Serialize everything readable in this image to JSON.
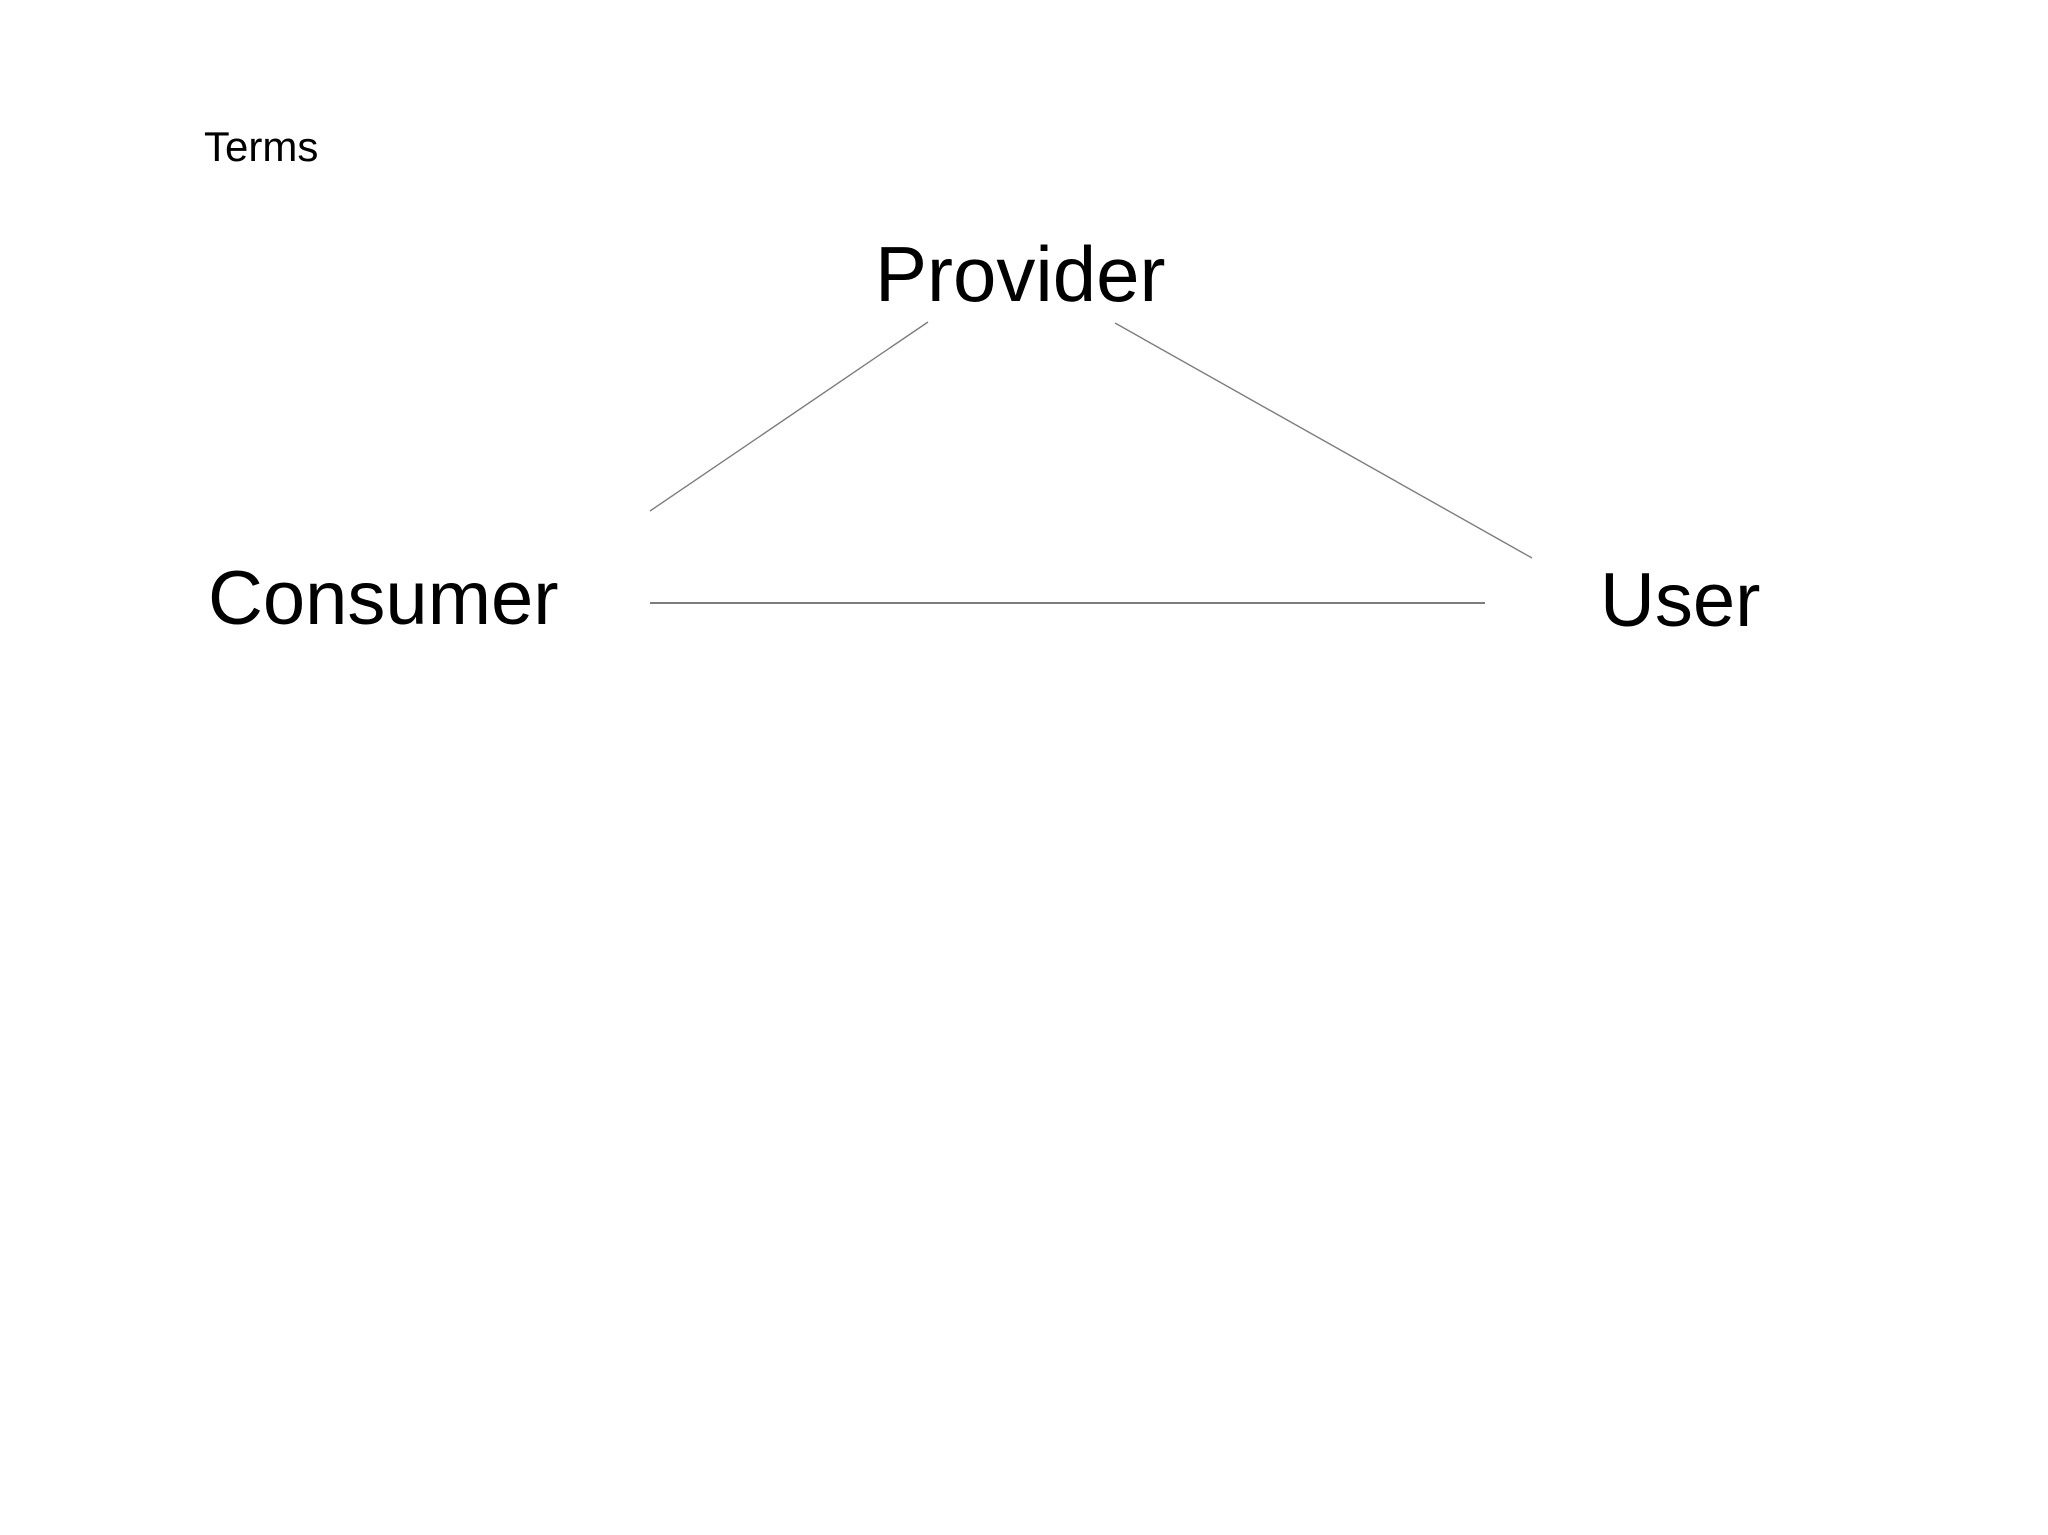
{
  "slide": {
    "title": "Terms",
    "background_color": "#ffffff",
    "text_color": "#000000"
  },
  "diagram": {
    "line_color": "#7d7d7d",
    "nodes": [
      {
        "id": "provider",
        "label": "Provider"
      },
      {
        "id": "consumer",
        "label": "Consumer"
      },
      {
        "id": "user",
        "label": "User"
      }
    ],
    "edges": [
      {
        "from": "provider",
        "to": "consumer"
      },
      {
        "from": "provider",
        "to": "user"
      },
      {
        "from": "consumer",
        "to": "user"
      }
    ]
  }
}
